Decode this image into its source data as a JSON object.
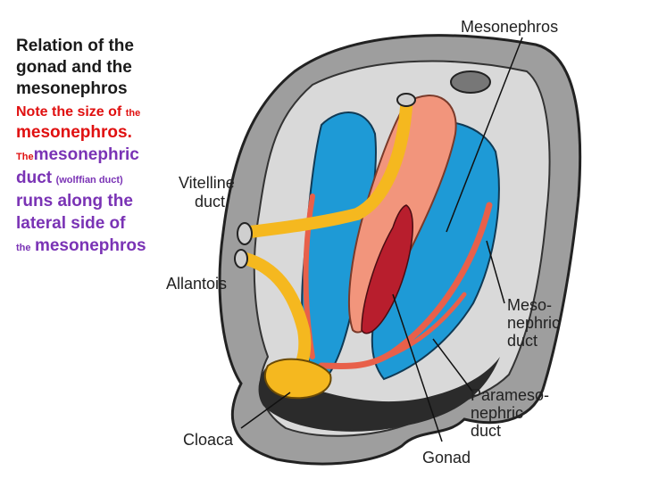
{
  "title_lines": [
    "Relation of the",
    "gonad and the",
    "mesonephros"
  ],
  "note": {
    "n1": "Note the size of",
    "n2": "the",
    "n3": "mesonephros.",
    "p1": "The",
    "p2": "mesonephric",
    "p3": "duct",
    "p4": "(wolffian duct)",
    "p5": "runs along the",
    "p6": "lateral side of",
    "p7": "the",
    "p8": "mesonephros"
  },
  "labels": {
    "mesonephros": "Mesonephros",
    "vitelline_1": "Vitelline",
    "vitelline_2": "duct",
    "allantois": "Allantois",
    "meso_1": "Meso-",
    "meso_2": "nephric",
    "meso_3": "duct",
    "parameso_1": "Parameso-",
    "parameso_2": "nephric",
    "parameso_3": "duct",
    "cloaca": "Cloaca",
    "gonad": "Gonad"
  },
  "colors": {
    "duct_yellow": "#f5b81f",
    "mesonephros_salmon": "#f2957c",
    "blue": "#1e9ad6",
    "gonad_red": "#b81e2d",
    "tissue_gray": "#9a9a9a",
    "text_red": "#e01010",
    "text_purple": "#7a33b5"
  }
}
